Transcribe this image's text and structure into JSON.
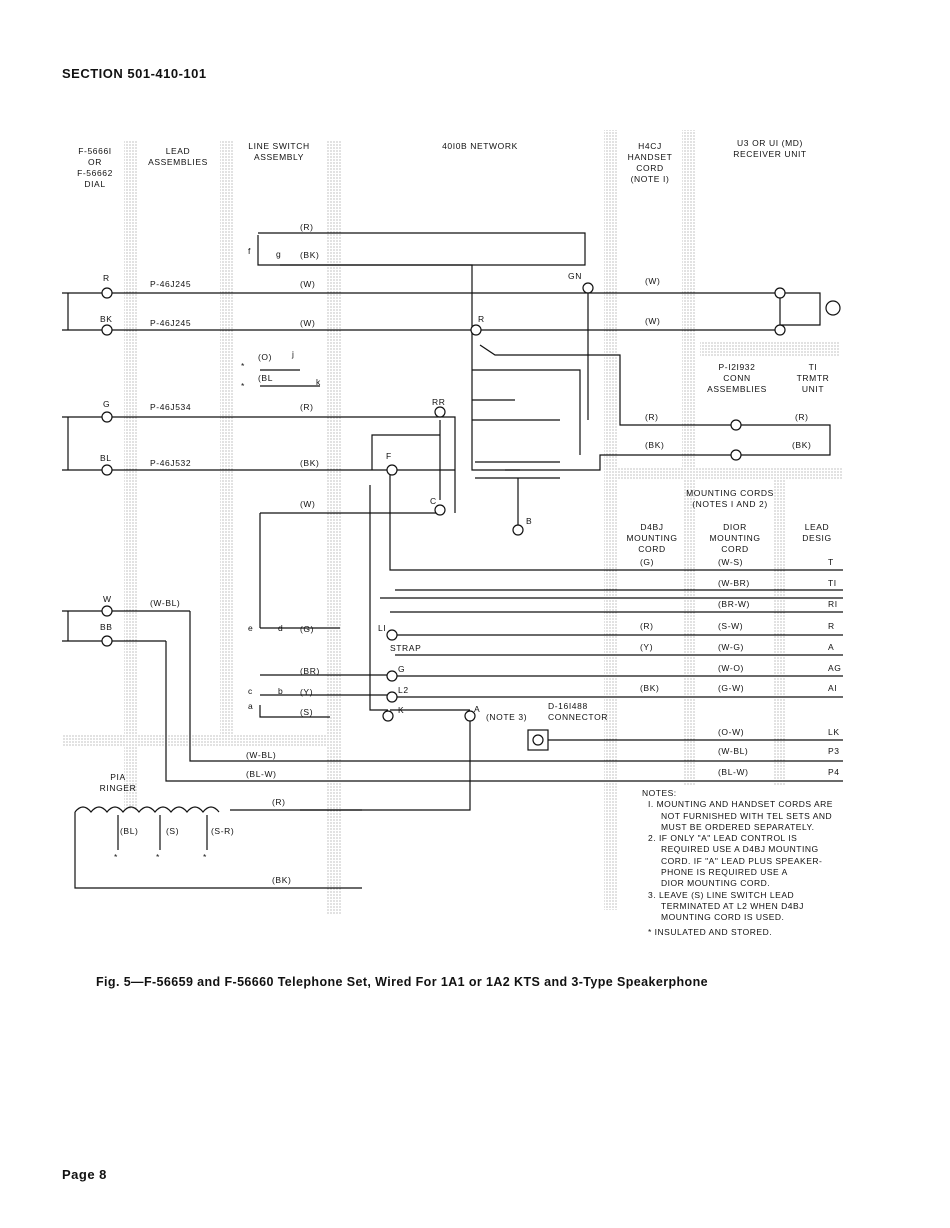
{
  "page": {
    "section": "SECTION 501-410-101",
    "page_label": "Page 8",
    "caption": "Fig. 5—F-56659 and F-56660 Telephone Set, Wired For 1A1 or 1A2 KTS and 3-Type Speakerphone"
  },
  "headers": {
    "dial": [
      "F-5666I",
      "OR",
      "F-56662",
      "DIAL"
    ],
    "lead_assemblies": [
      "LEAD",
      "ASSEMBLIES"
    ],
    "line_switch": [
      "LINE SWITCH",
      "ASSEMBLY"
    ],
    "network": "40I0B NETWORK",
    "handset_cord": [
      "H4CJ",
      "HANDSET",
      "CORD",
      "(NOTE I)"
    ],
    "receiver_unit": [
      "U3 OR UI (MD)",
      "RECEIVER UNIT"
    ],
    "conn_assemblies": [
      "P-I2I932",
      "CONN",
      "ASSEMBLIES"
    ],
    "trmtr_unit": [
      "TI",
      "TRMTR",
      "UNIT"
    ],
    "mounting_cords": [
      "MOUNTING CORDS",
      "(NOTES I AND 2)"
    ],
    "d4bj": [
      "D4BJ",
      "MOUNTING",
      "CORD"
    ],
    "dior": [
      "DIOR",
      "MOUNTING",
      "CORD"
    ],
    "lead_desig": [
      "LEAD",
      "DESIG"
    ],
    "ringer": [
      "PIA",
      "RINGER"
    ]
  },
  "dial_terminals": [
    "R",
    "BK",
    "G",
    "BL",
    "W",
    "BB"
  ],
  "lead_assembly_codes": [
    "P-46J245",
    "P-46J245",
    "P-46J534",
    "P-46J532"
  ],
  "wire_labels": [
    "(R)",
    "(BK)",
    "(W)",
    "(W)",
    "(R)",
    "(BK)",
    "(W)",
    "(W-BL)",
    "(G)",
    "(BR)",
    "(Y)",
    "(S)",
    "(W-BL)",
    "(BL-W)",
    "(R)",
    "(BK)"
  ],
  "switch_letters": [
    "f",
    "g",
    "(O)",
    "j",
    "(BL",
    "k",
    "e",
    "d",
    "c",
    "b",
    "a"
  ],
  "network_terminals": [
    "GN",
    "R",
    "RR",
    "F",
    "C",
    "B",
    "LI",
    "STRAP",
    "G",
    "L2",
    "K",
    "A"
  ],
  "handset_labels": [
    "(W)",
    "(W)"
  ],
  "trmtr_labels": [
    "(R)",
    "(BK)",
    "(R)",
    "(BK)"
  ],
  "connector": [
    "(NOTE 3)",
    "D-16I488",
    "CONNECTOR"
  ],
  "cord_table": [
    {
      "d4bj": "(G)",
      "dior": "(W-S)",
      "desig": "T"
    },
    {
      "d4bj": "",
      "dior": "(W-BR)",
      "desig": "TI"
    },
    {
      "d4bj": "",
      "dior": "(BR-W)",
      "desig": "RI"
    },
    {
      "d4bj": "(R)",
      "dior": "(S-W)",
      "desig": "R"
    },
    {
      "d4bj": "(Y)",
      "dior": "(W-G)",
      "desig": "A"
    },
    {
      "d4bj": "",
      "dior": "(W-O)",
      "desig": "AG"
    },
    {
      "d4bj": "(BK)",
      "dior": "(G-W)",
      "desig": "AI"
    },
    {
      "d4bj": "",
      "dior": "(O-W)",
      "desig": "LK"
    },
    {
      "d4bj": "",
      "dior": "(W-BL)",
      "desig": "P3"
    },
    {
      "d4bj": "",
      "dior": "(BL-W)",
      "desig": "P4"
    }
  ],
  "ringer_taps": [
    "(BL)",
    "(S)",
    "(S-R)"
  ],
  "star": "*",
  "notes": {
    "title": "NOTES:",
    "items": [
      "I. MOUNTING AND HANDSET CORDS ARE",
      "NOT FURNISHED WITH TEL SETS AND",
      "MUST BE ORDERED SEPARATELY.",
      "2. IF ONLY \"A\" LEAD CONTROL IS",
      "REQUIRED USE A D4BJ MOUNTING",
      "CORD. IF \"A\" LEAD PLUS SPEAKER-",
      "PHONE IS REQUIRED USE A",
      "DIOR MOUNTING CORD.",
      "3. LEAVE (S) LINE SWITCH LEAD",
      "TERMINATED AT L2 WHEN D4BJ",
      "MOUNTING CORD IS USED.",
      "* INSULATED AND STORED."
    ]
  }
}
